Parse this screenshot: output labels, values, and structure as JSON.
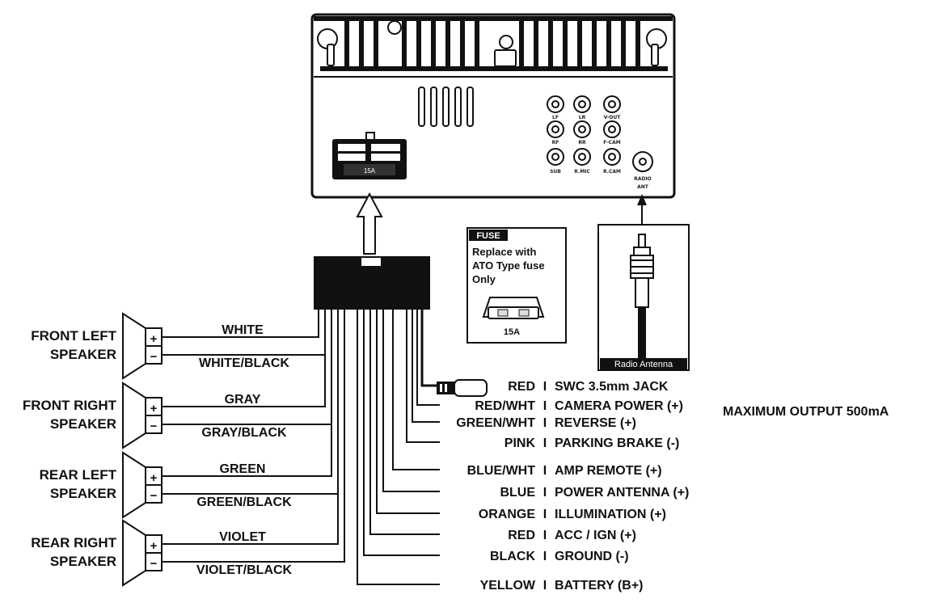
{
  "head_unit": {
    "fuse_rating": "15A",
    "rca_labels": [
      "LF",
      "LR",
      "V-OUT",
      "RF",
      "RR",
      "F-CAM",
      "SUB",
      "R.MIC",
      "R.CAM"
    ],
    "antenna_label_line1": "RADIO",
    "antenna_label_line2": "ANT"
  },
  "fuse_box": {
    "title": "FUSE",
    "line1": "Replace with",
    "line2": "ATO Type fuse",
    "line3": "Only",
    "rating": "15A"
  },
  "antenna_box": {
    "label": "Radio Antenna"
  },
  "speakers": [
    {
      "name_line1": "FRONT LEFT",
      "name_line2": "SPEAKER",
      "plus": "+",
      "minus": "−",
      "wire_pos": "WHITE",
      "wire_neg": "WHITE/BLACK"
    },
    {
      "name_line1": "FRONT RIGHT",
      "name_line2": "SPEAKER",
      "plus": "+",
      "minus": "−",
      "wire_pos": "GRAY",
      "wire_neg": "GRAY/BLACK"
    },
    {
      "name_line1": "REAR LEFT",
      "name_line2": "SPEAKER",
      "plus": "+",
      "minus": "−",
      "wire_pos": "GREEN",
      "wire_neg": "GREEN/BLACK"
    },
    {
      "name_line1": "REAR RIGHT",
      "name_line2": "SPEAKER",
      "plus": "+",
      "minus": "−",
      "wire_pos": "VIOLET",
      "wire_neg": "VIOLET/BLACK"
    }
  ],
  "wires": [
    {
      "color": "RED",
      "function": "SWC 3.5mm JACK"
    },
    {
      "color": "RED/WHT",
      "function": "CAMERA POWER (+)"
    },
    {
      "color": "GREEN/WHT",
      "function": "REVERSE (+)"
    },
    {
      "color": "PINK",
      "function": "PARKING BRAKE (-)"
    },
    {
      "color": "BLUE/WHT",
      "function": "AMP REMOTE (+)"
    },
    {
      "color": "BLUE",
      "function": "POWER ANTENNA (+)"
    },
    {
      "color": "ORANGE",
      "function": "ILLUMINATION (+)"
    },
    {
      "color": "RED",
      "function": "ACC / IGN (+)"
    },
    {
      "color": "BLACK",
      "function": "GROUND (-)"
    },
    {
      "color": "YELLOW",
      "function": "BATTERY (B+)"
    }
  ],
  "separator": "I",
  "camera_note": "MAXIMUM OUTPUT 500mA"
}
